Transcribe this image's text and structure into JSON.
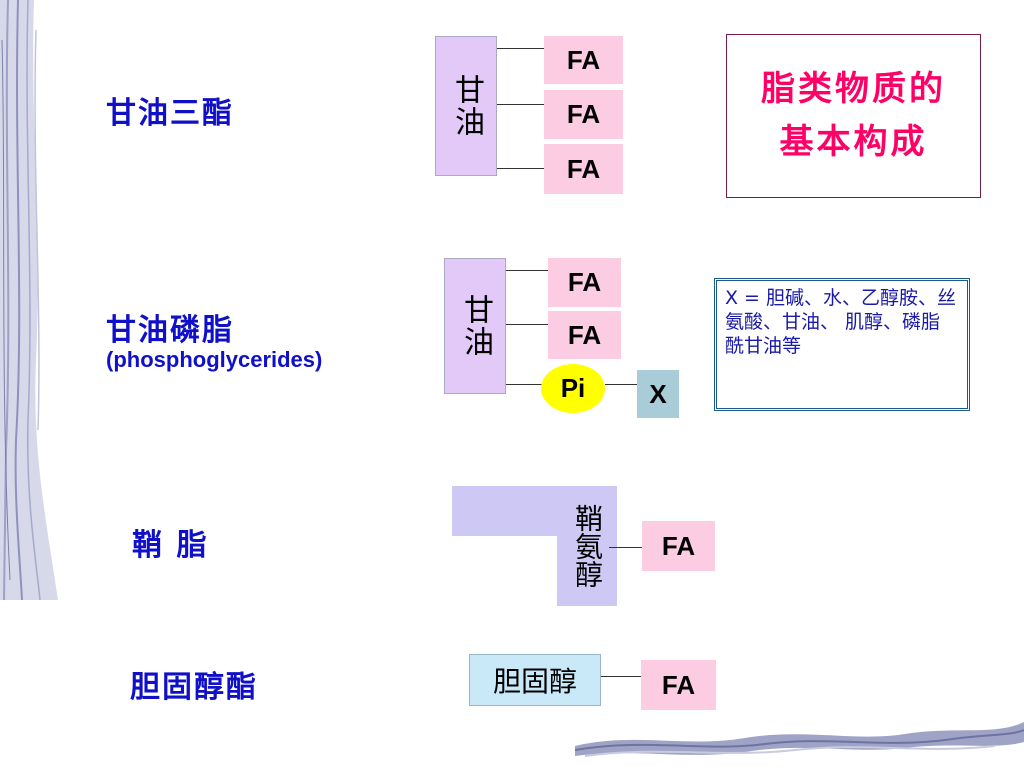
{
  "title": {
    "line1": "脂类物质的",
    "line2": "基本构成"
  },
  "triglyceride": {
    "label": "甘油三酯",
    "glycerol": "甘油",
    "fa": [
      "FA",
      "FA",
      "FA"
    ]
  },
  "phospholipid": {
    "label": "甘油磷脂",
    "sublabel": "(phosphoglycerides)",
    "glycerol": "甘油",
    "fa": [
      "FA",
      "FA"
    ],
    "pi": "Pi",
    "x": "X"
  },
  "note": {
    "text": "X = 胆碱、水、乙醇胺、丝氨酸、甘油、 肌醇、磷脂酰甘油等"
  },
  "sphingolipid": {
    "label": "鞘 脂",
    "sphingosine": "鞘氨醇",
    "fa": "FA"
  },
  "cholesterol_ester": {
    "label": "胆固醇酯",
    "cholesterol": "胆固醇",
    "fa": "FA"
  },
  "colors": {
    "label": "#1010c8",
    "title": "#ff0066",
    "fa": "#fccde2",
    "glycerol": "#e2c9f7",
    "pi": "#ffff00",
    "x": "#a8ccd8",
    "sphingosine": "#cdc9f4",
    "cholesterol": "#c9e8f8"
  }
}
